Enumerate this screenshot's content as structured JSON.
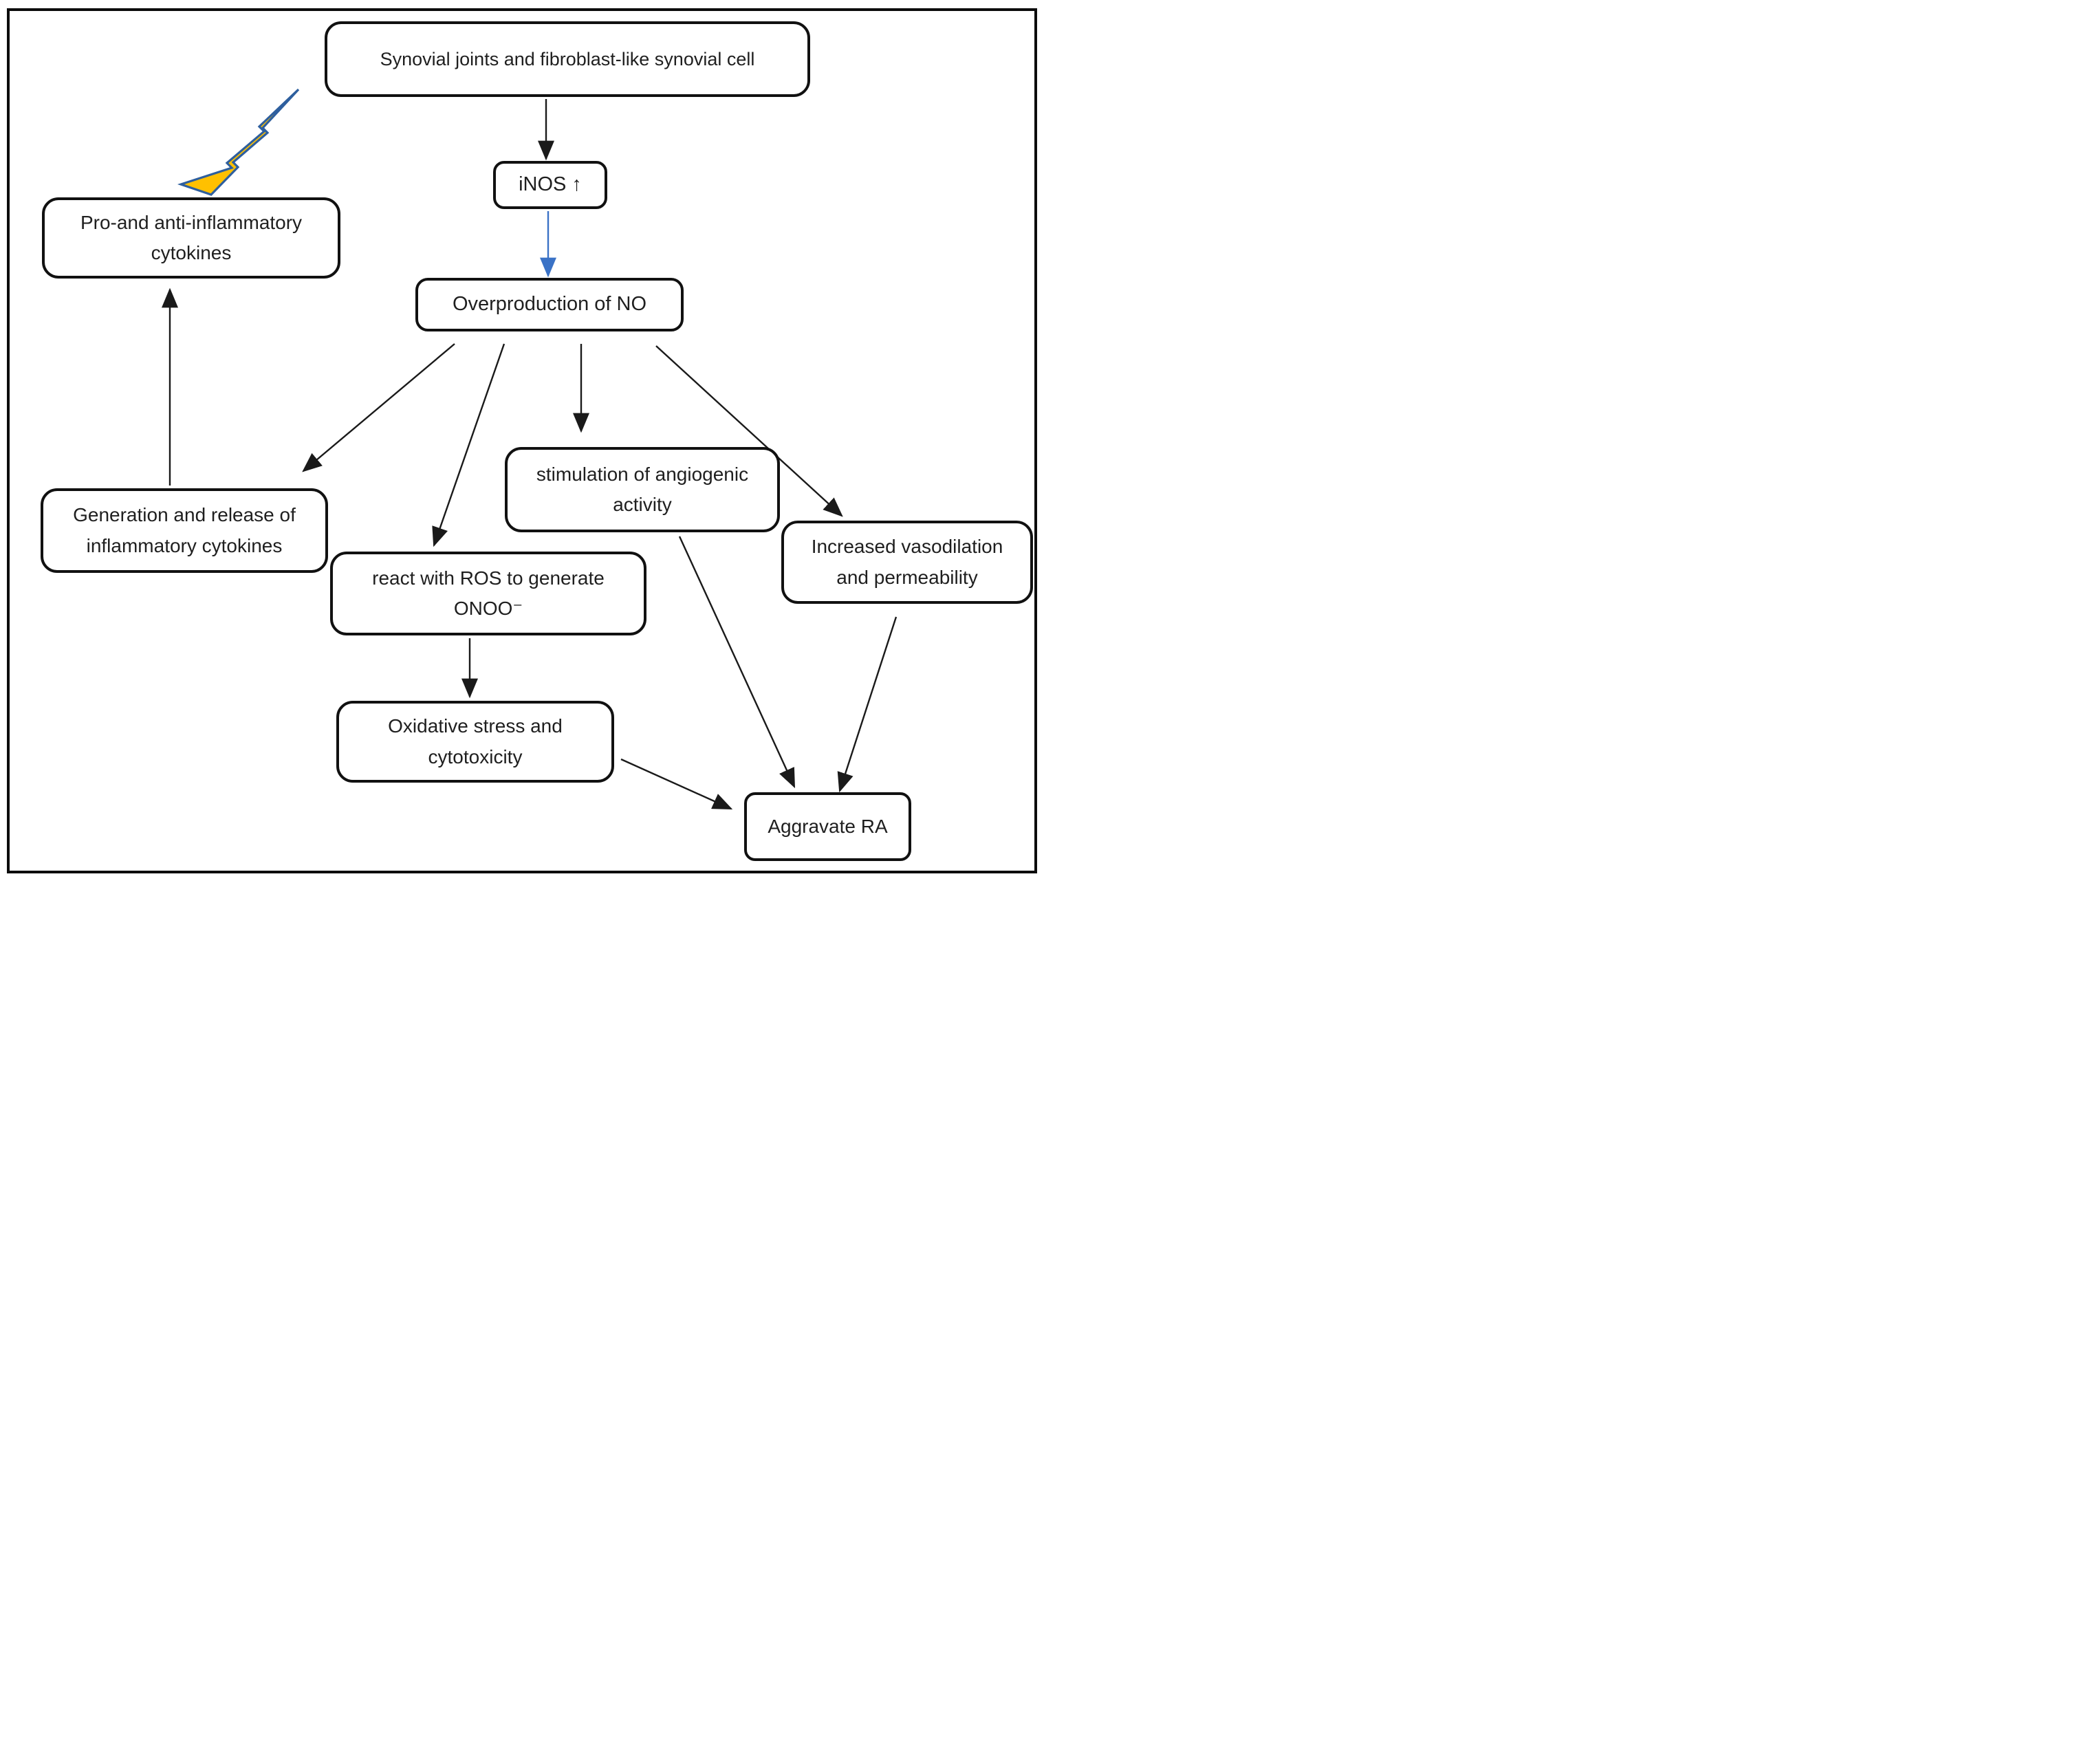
{
  "figure": {
    "type": "flowchart",
    "background": "#ffffff",
    "frame_color": "#0c0c0c"
  },
  "colors": {
    "box_border": "#111111",
    "box_fill": "#ffffff",
    "text": "#1f1f1f",
    "arrow": "#1a1a1a",
    "highlight_arrow_blue": "#3a72c6",
    "bolt_fill": "#ffc000",
    "bolt_stroke": "#2e5f9e"
  },
  "nodes": {
    "synovial": {
      "label": "Synovial joints and fibroblast-like synovial cell"
    },
    "inos": {
      "label": "iNOS ↑"
    },
    "no": {
      "label": "Overproduction of NO"
    },
    "pro_anti": {
      "label": "Pro-and anti-inflammatory cytokines"
    },
    "generation": {
      "label": "Generation and release of inflammatory cytokines"
    },
    "ros": {
      "label": "react with ROS to generate ONOO⁻"
    },
    "stimulation": {
      "label": "stimulation of angiogenic activity"
    },
    "vasodilation": {
      "label": "Increased vasodilation and permeability"
    },
    "oxidative": {
      "label": "Oxidative stress and cytotoxicity"
    },
    "aggravate": {
      "label": "Aggravate RA"
    }
  },
  "edges": [
    {
      "from": "synovial",
      "to": "inos",
      "color": "black"
    },
    {
      "from": "inos",
      "to": "no",
      "color": "blue"
    },
    {
      "from": "no",
      "to": "generation",
      "color": "black"
    },
    {
      "from": "no",
      "to": "ros",
      "color": "black"
    },
    {
      "from": "no",
      "to": "stimulation",
      "color": "black"
    },
    {
      "from": "no",
      "to": "vasodilation",
      "color": "black"
    },
    {
      "from": "generation",
      "to": "pro_anti",
      "color": "black"
    },
    {
      "from": "ros",
      "to": "oxidative",
      "color": "black"
    },
    {
      "from": "stimulation",
      "to": "aggravate",
      "color": "black"
    },
    {
      "from": "vasodilation",
      "to": "aggravate",
      "color": "black"
    },
    {
      "from": "oxidative",
      "to": "aggravate",
      "color": "black"
    }
  ],
  "decorations": {
    "lightning_bolt": {
      "meaning": "stimulus / trigger pointing at cytokines box",
      "fill": "#ffc000",
      "stroke": "#2e5f9e"
    }
  }
}
